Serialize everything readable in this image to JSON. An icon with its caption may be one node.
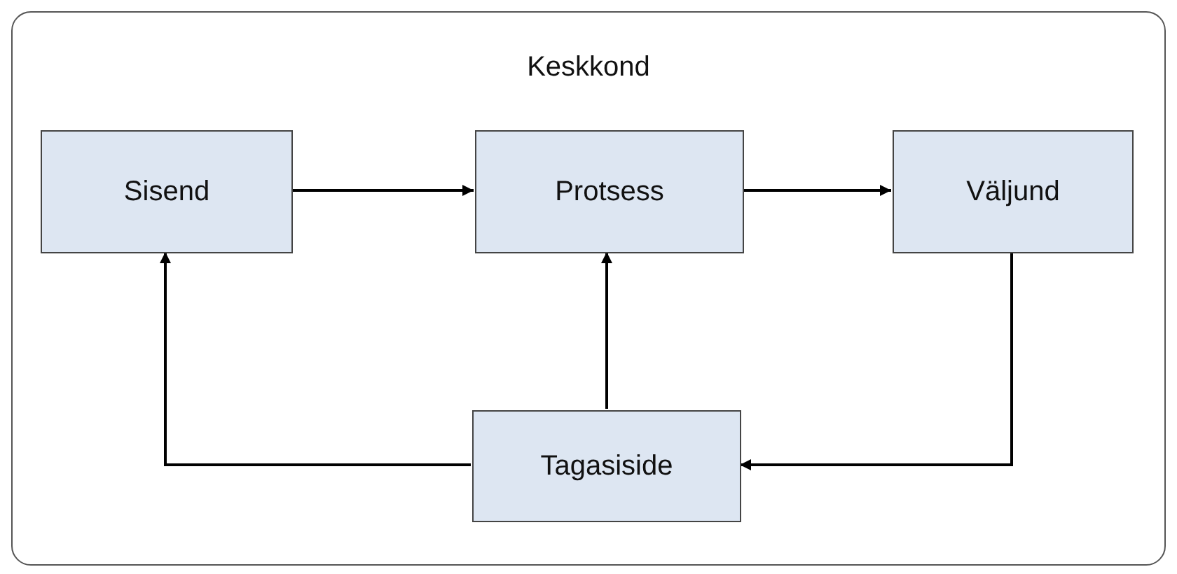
{
  "diagram": {
    "nodes": [
      {
        "text": [
          "Keskkond"
        ]
      },
      {
        "text": [
          "Sisend"
        ],
        "in": 0
      },
      {
        "text": [
          "Protsess"
        ],
        "in": 0
      },
      {
        "text": [
          "Väljund"
        ],
        "in": 0
      },
      {
        "text": [
          "Tagasiside"
        ],
        "in": 0
      }
    ],
    "edges": [
      {
        "from": 1,
        "to": 2,
        "arrow": "to"
      },
      {
        "from": 2,
        "to": 3,
        "arrow": "to"
      },
      {
        "from": 3,
        "to": 4,
        "arrow": "to"
      },
      {
        "from": 4,
        "to": 2,
        "arrow": "to"
      },
      {
        "from": 4,
        "to": 1,
        "arrow": "to"
      }
    ]
  }
}
